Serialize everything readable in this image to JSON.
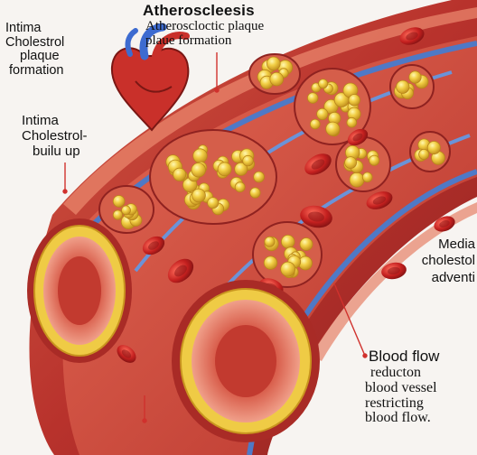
{
  "title": "Atheroscleesis",
  "subtitle": [
    "Atheroscloctic plaque",
    "plaue formation"
  ],
  "label_intima_top": [
    "Intima",
    "Cholestrol",
    "plaque",
    "formation"
  ],
  "label_intima_mid": [
    "Intima",
    "Cholestrol-",
    "builu up"
  ],
  "label_media": [
    "Media",
    "cholestol",
    "adventi"
  ],
  "label_flow_head": "Blood flow",
  "label_flow_body": [
    "reducton",
    "blood vessel",
    "restricting",
    "blood flow."
  ],
  "colors": {
    "artery_wall": "#b8322c",
    "wall_highlight": "#e37a62",
    "lumen": "#d1473b",
    "intima_band": "#4f79c6",
    "plaque_fat": "#efcb45",
    "plaque_shadow": "#c9951f",
    "blood_cell": "#c4201f",
    "leader_line": "#d0312d"
  },
  "icons": [
    "heart-icon"
  ]
}
